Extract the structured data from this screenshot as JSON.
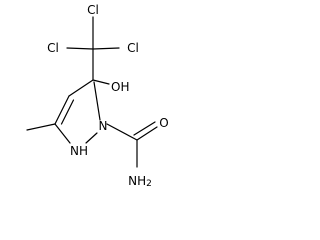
{
  "molecule": {
    "atoms": {
      "cl_top": "Cl",
      "cl_left": "Cl",
      "cl_right": "Cl",
      "oh": "OH",
      "o_carbonyl": "O",
      "nh": "NH",
      "nh2": "NH",
      "nh2_subscript": "2",
      "n_ring": "N"
    },
    "colors": {
      "bond": "#000000",
      "label": "#000000",
      "background": "#ffffff"
    }
  }
}
